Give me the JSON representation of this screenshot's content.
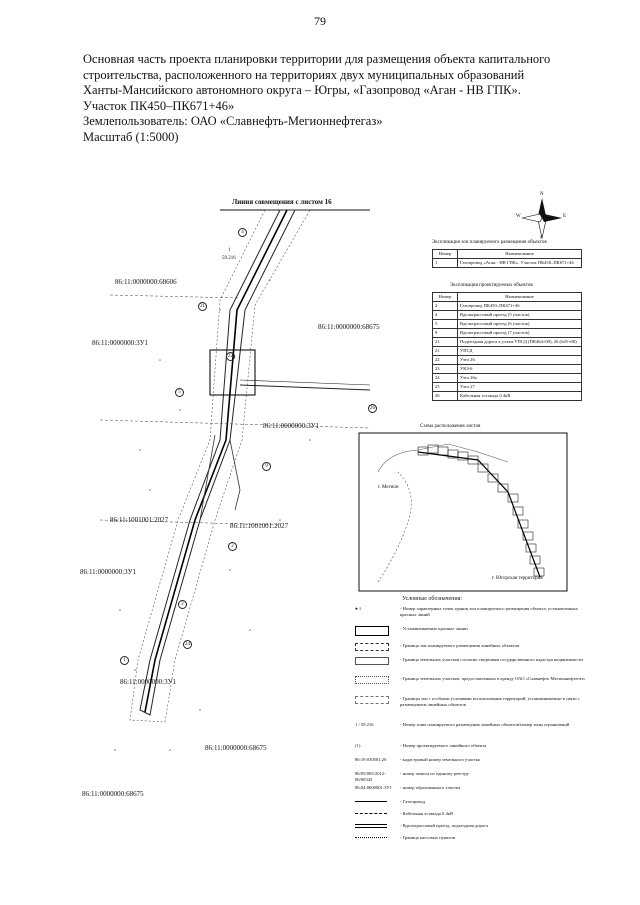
{
  "page": {
    "number": "79",
    "title_lines": [
      "Основная часть проекта планировки территории для размещения объекта капитального",
      "строительства, расположенного на территориях двух муниципальных образований",
      "Ханты-Мансийского автономного округа – Югры, «Газопровод «Аган - НВ ГПК».",
      "Участок ПК450–ПК671+46»",
      "Землепользователь: ОАО «Славнефть-Мегионнефтегаз»",
      "Масштаб (1:5000)"
    ]
  },
  "map": {
    "header": "Линия совмещения с листом 16",
    "parcels": [
      "86:11:0000000:68606",
      "86:11:0000000:68675",
      "86:11:0000000:3У1",
      "86:11:0000000:3У1",
      "86:11:1001001:2027",
      "86:11:1001001:2027",
      "86:11:0000000:3У1",
      "86:11:0000000:3У1",
      "86:11:0000000:68675",
      "86:11:0000000:68675"
    ],
    "point_label_num": "1",
    "point_label_code": "59.216",
    "circle_numbers": [
      "4",
      "21",
      "22",
      "5",
      "26",
      "9",
      "2",
      "24",
      "1",
      "2"
    ]
  },
  "compass": {
    "n": "N",
    "s": "S",
    "w": "W",
    "e": "E"
  },
  "table1": {
    "caption": "Экспликация зон планируемого размещения объектов",
    "headers": [
      "Номер",
      "Наименование"
    ],
    "rows": [
      [
        "1",
        "Газопровод «Аган - НВ ГПК». Участок ПК450–ПК671+46"
      ]
    ]
  },
  "table2": {
    "caption": "Экспликация проектируемых объектов",
    "headers": [
      "Номер",
      "Наименование"
    ],
    "rows": [
      [
        "2",
        "Газопровод ПК450–ПК671+46"
      ],
      [
        "4",
        "Вдольтрассовый проезд (5 участок)"
      ],
      [
        "5",
        "Вдольтрассовый проезд (6 участок)"
      ],
      [
        "9",
        "Вдольтрассовый проезд (7 участок)"
      ],
      [
        "21",
        "Подъездная дорога к узлам УПСД (ПК464+00), 26 (645+00)"
      ],
      [
        "21",
        "УПСД"
      ],
      [
        "22",
        "Узел 26"
      ],
      [
        "23",
        "УКЗ-6"
      ],
      [
        "24",
        "Узел 26а"
      ],
      [
        "25",
        "Узел 27"
      ],
      [
        "26",
        "Кабельная эстакада 0.4кВ"
      ]
    ]
  },
  "inset": {
    "caption": "Схема расположения листов",
    "labels": [
      "г. Мегион",
      "г. Югорская территория"
    ]
  },
  "legend": {
    "caption": "Условные обозначения:",
    "items": [
      {
        "sym": "● 1",
        "text": "- Номер характерных точек границ зон планируемого размещения объекта, установленных красных линий"
      },
      {
        "sym": "",
        "text": "- Устанавливаемые красные линии"
      },
      {
        "sym": "",
        "text": "- Граница зон планируемого размещения линейных объектов"
      },
      {
        "sym": "",
        "text": "- Граница земельных участков согласно сведениям государственного кадастра недвижимости"
      },
      {
        "sym": "",
        "text": "- Граница земельных участков, предоставленных в аренду ОАО «Славнефть-Мегионнефтегаз»"
      },
      {
        "sym": "",
        "text": "- Границы зон с особыми условиями использования территорий, устанавливаемые в связи с размещением линейных объектов"
      },
      {
        "sym": "1 / 59.216",
        "text": "- Номер зоны планируемого размещения линейных объектов/номер зоны ограничений"
      },
      {
        "sym": "(1)",
        "text": "- Номер проектируемого линейного объекта"
      },
      {
        "sym": "86:19:030501:20",
        "text": "- кадастровый номер земельного участка"
      },
      {
        "sym": "86/05/005/2012-06/00343",
        "text": "- номер записи по единому реестру"
      },
      {
        "sym": "86:04:0000001:3У1",
        "text": "- номер образованного участка"
      },
      {
        "sym": "",
        "text": "- Газопровод"
      },
      {
        "sym": "",
        "text": "- Кабельная эстакада 0.4кВ"
      },
      {
        "sym": "",
        "text": "- Вдольтрассовый проезд, подъездная дорога"
      },
      {
        "sym": "",
        "text": "- Граница кассовых пунктов"
      }
    ]
  }
}
